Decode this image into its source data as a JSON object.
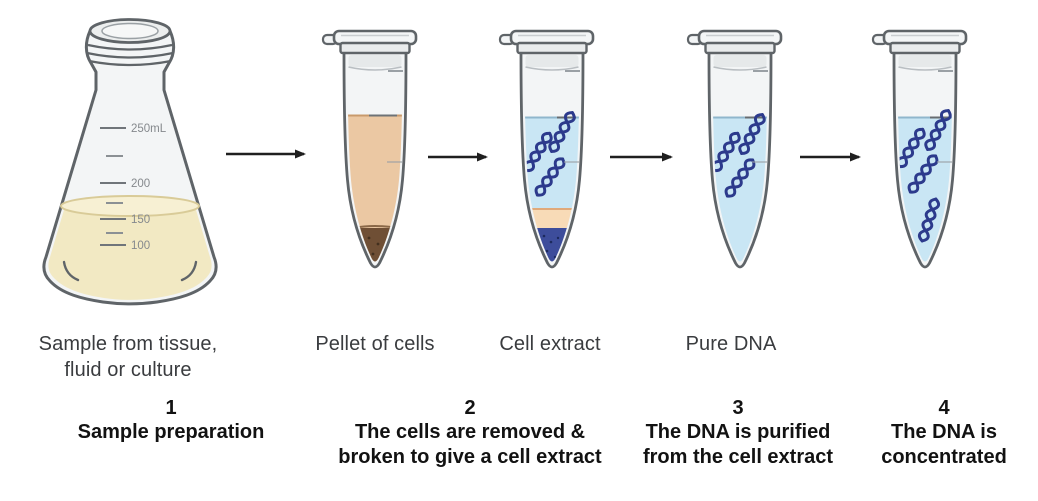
{
  "flask": {
    "label": [
      "Sample from tissue,",
      "fluid or culture"
    ],
    "graduations": [
      "250mL",
      "200",
      "150",
      "100"
    ]
  },
  "tube_labels": {
    "pellet": "Pellet of cells",
    "cell_extract": "Cell extract",
    "pure_dna": "Pure DNA"
  },
  "steps": [
    {
      "number": "1",
      "lines": [
        "Sample preparation"
      ]
    },
    {
      "number": "2",
      "lines": [
        "The cells are removed &",
        "broken to give a cell extract"
      ]
    },
    {
      "number": "3",
      "lines": [
        "The DNA is purified",
        "from the cell extract"
      ]
    },
    {
      "number": "4",
      "lines": [
        "The DNA is",
        "concentrated"
      ]
    }
  ],
  "icons": {
    "flask": "erlenmeyer-flask",
    "tubes": "microcentrifuge-tube",
    "dna": "dna-helix",
    "arrows": "right-arrow"
  },
  "colors": {
    "outline": "#5f6468",
    "glass": "#f3f5f6",
    "glass_top": "#ecEEee",
    "flask_liquid": "#f2e9c3",
    "flask_surface": "#f7f0d3",
    "flask_surface_edge": "#d9cb98",
    "tan_liquid": "#ebc8a3",
    "tan_surface": "#c89a6c",
    "brown_pellet": "#6f4f35",
    "brown_speck": "#43301f",
    "blue_liquid": "#c9e6f4",
    "blue_surface": "#8fb6cc",
    "dna_navy": "#2c3a8c",
    "peach_band": "#f8dbb7",
    "peach_edge": "#e0a97a",
    "navy_pellet": "#3d4d9b",
    "navy_speck": "#1c2a5e",
    "arrow": "#1f1f1f",
    "text_dark": "#3a3c3f",
    "text_black": "#121212",
    "graduation": "#85898d"
  }
}
